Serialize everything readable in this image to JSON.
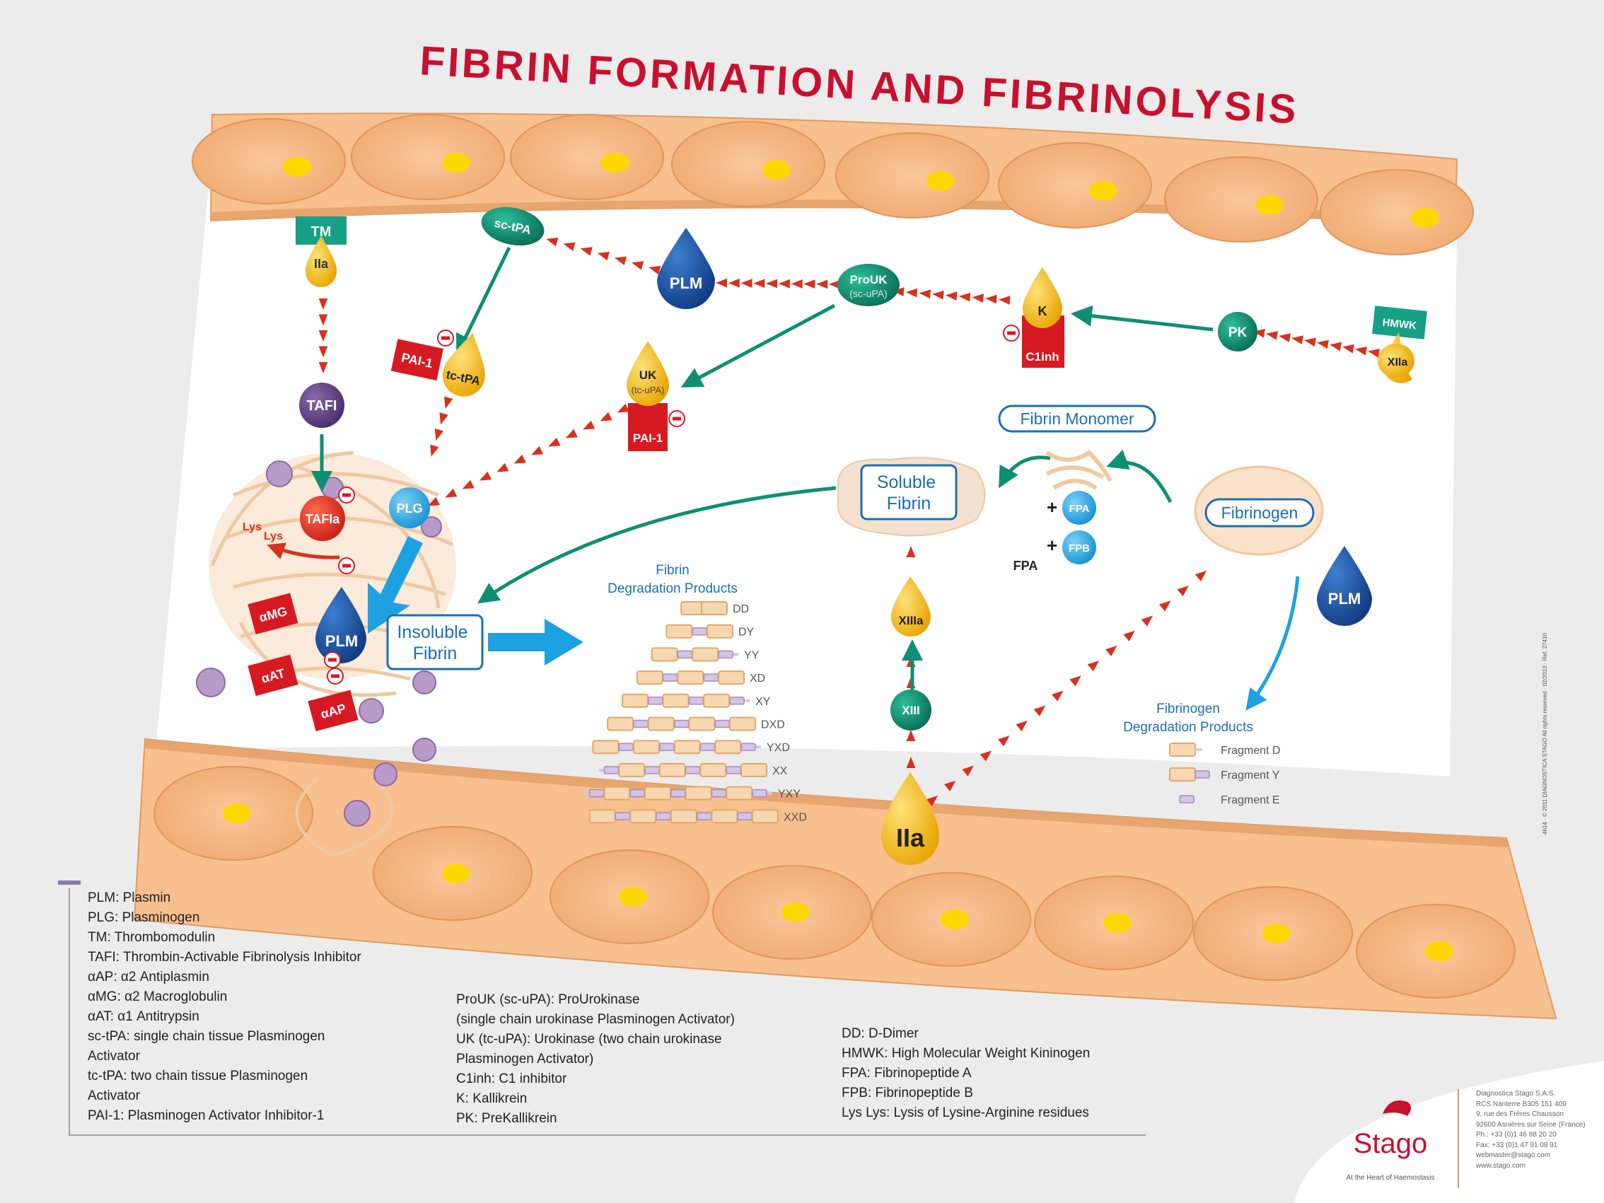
{
  "title": "FIBRIN FORMATION AND FIBRINOLYSIS",
  "nodes": {
    "tm": "TM",
    "iia_top": "IIa",
    "tafi": "TAFI",
    "tafia": "TAFIa",
    "sc_tpa": "sc-tPA",
    "tc_tpa": "tc-tPA",
    "pai1_left": "PAI-1",
    "pai1_mid": "PAI-1",
    "plm_top": "PLM",
    "plm_clot": "PLM",
    "plm_right": "PLM",
    "plg": "PLG",
    "prouk": "ProUK",
    "prouk_sub": "(sc-uPA)",
    "uk": "UK",
    "uk_sub": "(tc-uPA)",
    "k": "K",
    "c1inh": "C1inh",
    "pk": "PK",
    "hmwk": "HMWK",
    "xiia": "XIIa",
    "lys1": "Lys",
    "lys2": "Lys",
    "amg": "αMG",
    "aat": "αAT",
    "aap": "αAP",
    "insoluble_fibrin": "Insoluble\nFibrin",
    "soluble_fibrin": "Soluble\nFibrin",
    "fibrin_monomer": "Fibrin Monomer",
    "fibrinogen": "Fibrinogen",
    "fpa": "FPA",
    "fpb": "FPB",
    "fpa_label": "FPA",
    "plus1": "+",
    "plus2": "+",
    "xiiia": "XIIIa",
    "xiii": "XIII",
    "iia_bottom": "IIa",
    "minus": "−"
  },
  "fdp": {
    "title_1": "Fibrin",
    "title_2": "Degradation Products",
    "items": [
      "DD",
      "DY",
      "YY",
      "XD",
      "XY",
      "DXD",
      "YXD",
      "XX",
      "YXY",
      "XXD"
    ]
  },
  "fgdp": {
    "title_1": "Fibrinogen",
    "title_2": "Degradation Products",
    "items": [
      "Fragment D",
      "Fragment Y",
      "Fragment E"
    ]
  },
  "legend": {
    "col1": [
      "PLM: Plasmin",
      "PLG: Plasminogen",
      "TM: Thrombomodulin",
      "TAFI: Thrombin-Activable Fibrinolysis Inhibitor",
      "αAP: α2 Antiplasmin",
      "αMG: α2 Macroglobulin",
      "αAT: α1 Antitrypsin",
      "sc-tPA: single chain tissue Plasminogen\nActivator",
      "tc-tPA: two chain tissue Plasminogen\nActivator",
      "PAI-1: Plasminogen Activator Inhibitor-1"
    ],
    "col2": [
      "ProUK (sc-uPA): ProUrokinase\n(single chain urokinase Plasminogen Activator)",
      "UK (tc-uPA): Urokinase (two chain urokinase\nPlasminogen Activator)",
      "C1inh: C1 inhibitor",
      "K: Kallikrein",
      "PK: PreKallikrein"
    ],
    "col3": [
      "DD: D-Dimer",
      "HMWK: High Molecular Weight Kininogen",
      "FPA: Fibrinopeptide A",
      "FPB: Fibrinopeptide B",
      "Lys Lys: Lysis of Lysine-Arginine residues"
    ]
  },
  "brand": {
    "name": "Stago",
    "tagline": "At the Heart of Haemostasis"
  },
  "company": [
    "Diagnostica Stago S.A.S.",
    "RCS Nanterre B305 151 409",
    "9, rue des Frères Chausson",
    "92600 Asnières sur Seine (France)",
    "Ph.: +33 (0)1 46 88 20 20",
    "Fax: +33 (0)1 47 91 08 91",
    "webmaster@stago.com",
    "www.stago.com"
  ],
  "credit": "4614 · © 2011 DIAGNOSTICA STAGO All rights reserved · 02/2013 · Ref. 27410",
  "colors": {
    "title": "#c8102e",
    "teal": "#0e8f74",
    "gold": "#f2b705",
    "red_inhibitor": "#d71921",
    "blue": "#1b6fb4",
    "purple": "#5b3d7a",
    "cell_fill": "#f5b47f",
    "nucleus": "#ffd700"
  }
}
